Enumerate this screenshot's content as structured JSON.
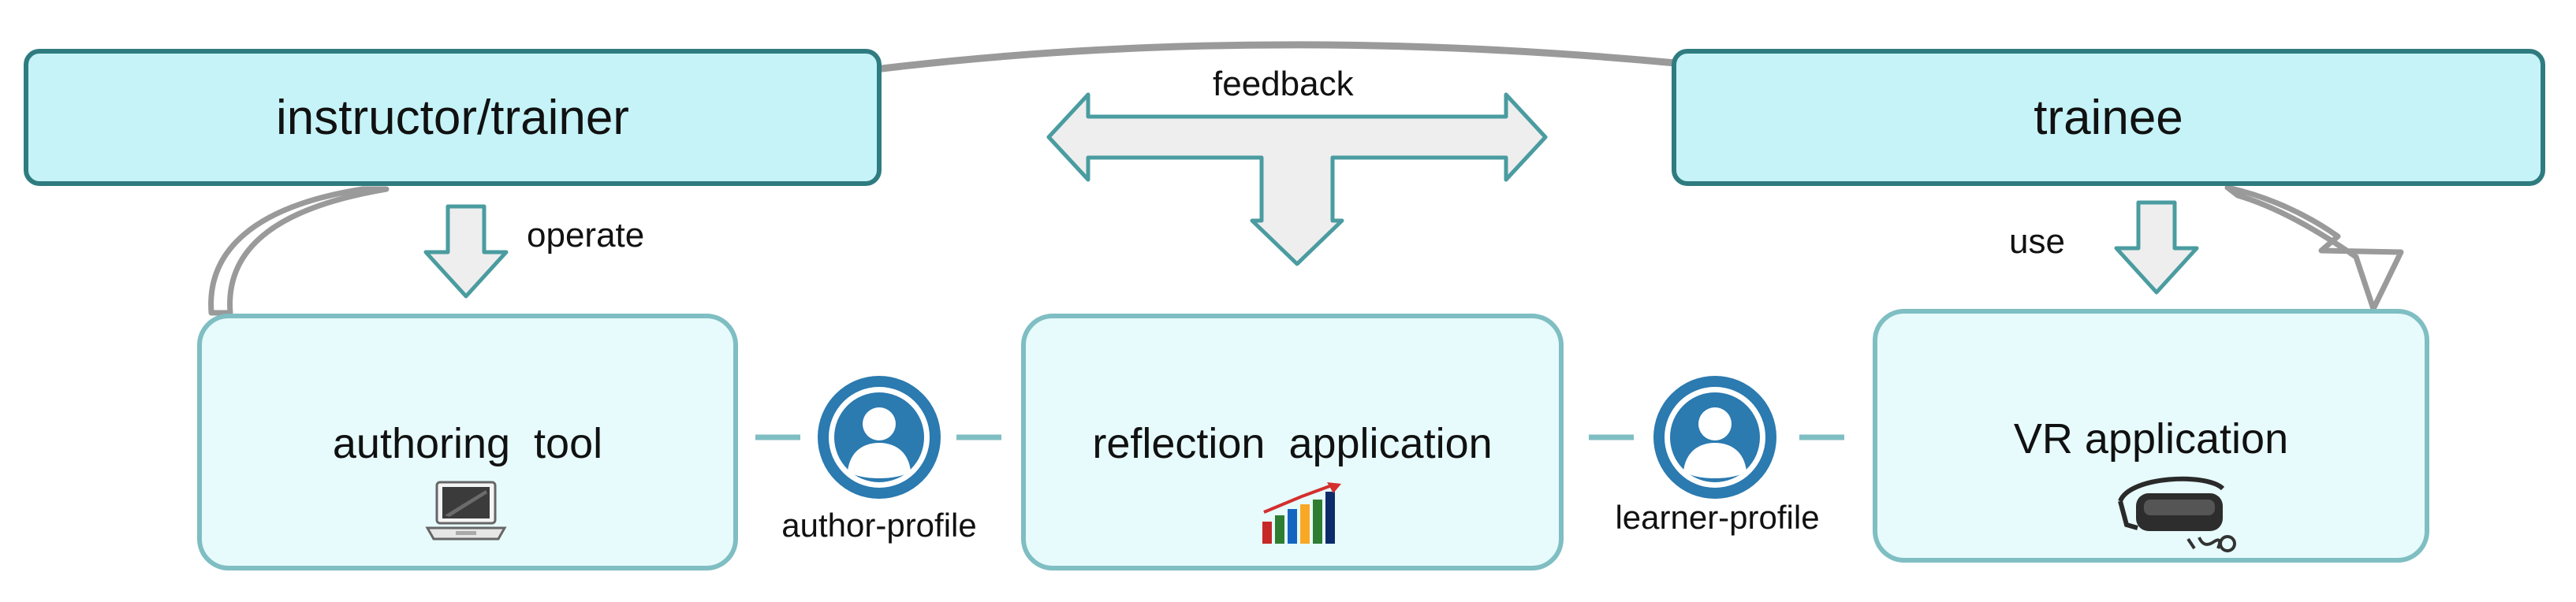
{
  "roles": {
    "instructor": "instructor/trainer",
    "trainee": "trainee"
  },
  "arrows": {
    "feedback": "feedback",
    "operate": "operate",
    "use": "use"
  },
  "tools": {
    "authoring": "authoring  tool",
    "reflection": "reflection  application",
    "vr": "VR application"
  },
  "profiles": {
    "author": "author-profile",
    "learner": "learner-profile"
  },
  "colors": {
    "role_fill": "#c6f3f8",
    "role_border": "#2f7c80",
    "tool_fill": "#e7fbfc",
    "tool_border": "#7fbec2",
    "arrow_fill": "#eeeeee",
    "arrow_stroke": "#4a9ca0",
    "connector": "#9a9a9a",
    "person_blue": "#2b7ab0"
  },
  "icons": {
    "laptop": "laptop-icon",
    "chart": "bar-chart-icon",
    "vr": "vr-headset-icon",
    "person": "person-icon"
  }
}
